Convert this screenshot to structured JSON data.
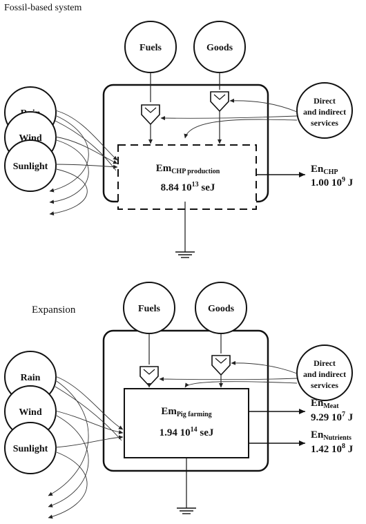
{
  "panels": {
    "top": {
      "label": "Fossil-based system",
      "sources_top": {
        "fuels": "Fuels",
        "goods": "Goods"
      },
      "sources_left": {
        "rain": "Rain",
        "wind": "Wind",
        "sunlight": "Sunlight"
      },
      "services": {
        "line1": "Direct",
        "line2": "and indirect",
        "line3": "services"
      },
      "process": {
        "em": "Em",
        "em_sub": "CHP production",
        "value_base": "8.84 10",
        "value_exp": "13",
        "value_unit": " seJ"
      },
      "outputs": [
        {
          "en": "En",
          "en_sub": "CHP",
          "val_base": "1.00 10",
          "val_exp": "9",
          "val_unit": " J"
        }
      ]
    },
    "bottom": {
      "label": "Expansion",
      "sources_top": {
        "fuels": "Fuels",
        "goods": "Goods"
      },
      "sources_left": {
        "rain": "Rain",
        "wind": "Wind",
        "sunlight": "Sunlight"
      },
      "services": {
        "line1": "Direct",
        "line2": "and indirect",
        "line3": "services"
      },
      "process": {
        "em": "Em",
        "em_sub": "Pig farming",
        "value_base": "1.94 10",
        "value_exp": "14",
        "value_unit": " seJ"
      },
      "outputs": [
        {
          "en": "En",
          "en_sub": "Meat",
          "val_base": "9.29 10",
          "val_exp": "7",
          "val_unit": " J"
        },
        {
          "en": "En",
          "en_sub": "Nutrients",
          "val_base": "1.42 10",
          "val_exp": "8",
          "val_unit": " J"
        }
      ]
    }
  }
}
